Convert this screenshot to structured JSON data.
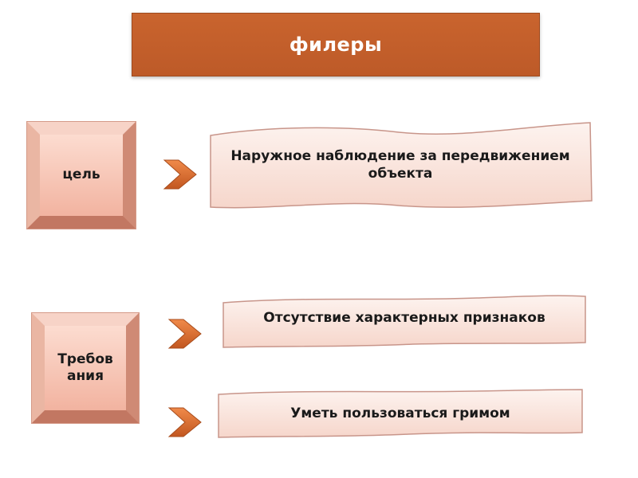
{
  "title": "филеры",
  "goal": {
    "label": "цель",
    "description": "Наружное наблюдение за передвижением объекта"
  },
  "requirements": {
    "label": "Требов ания",
    "items": [
      "Отсутствие характерных признаков",
      "Уметь пользоваться гримом"
    ]
  },
  "colors": {
    "title_bar": "#c05e2c",
    "arrow": "#d4672a",
    "box_fill": "#f5bfae",
    "banner_fill": "#fbe7e0"
  }
}
